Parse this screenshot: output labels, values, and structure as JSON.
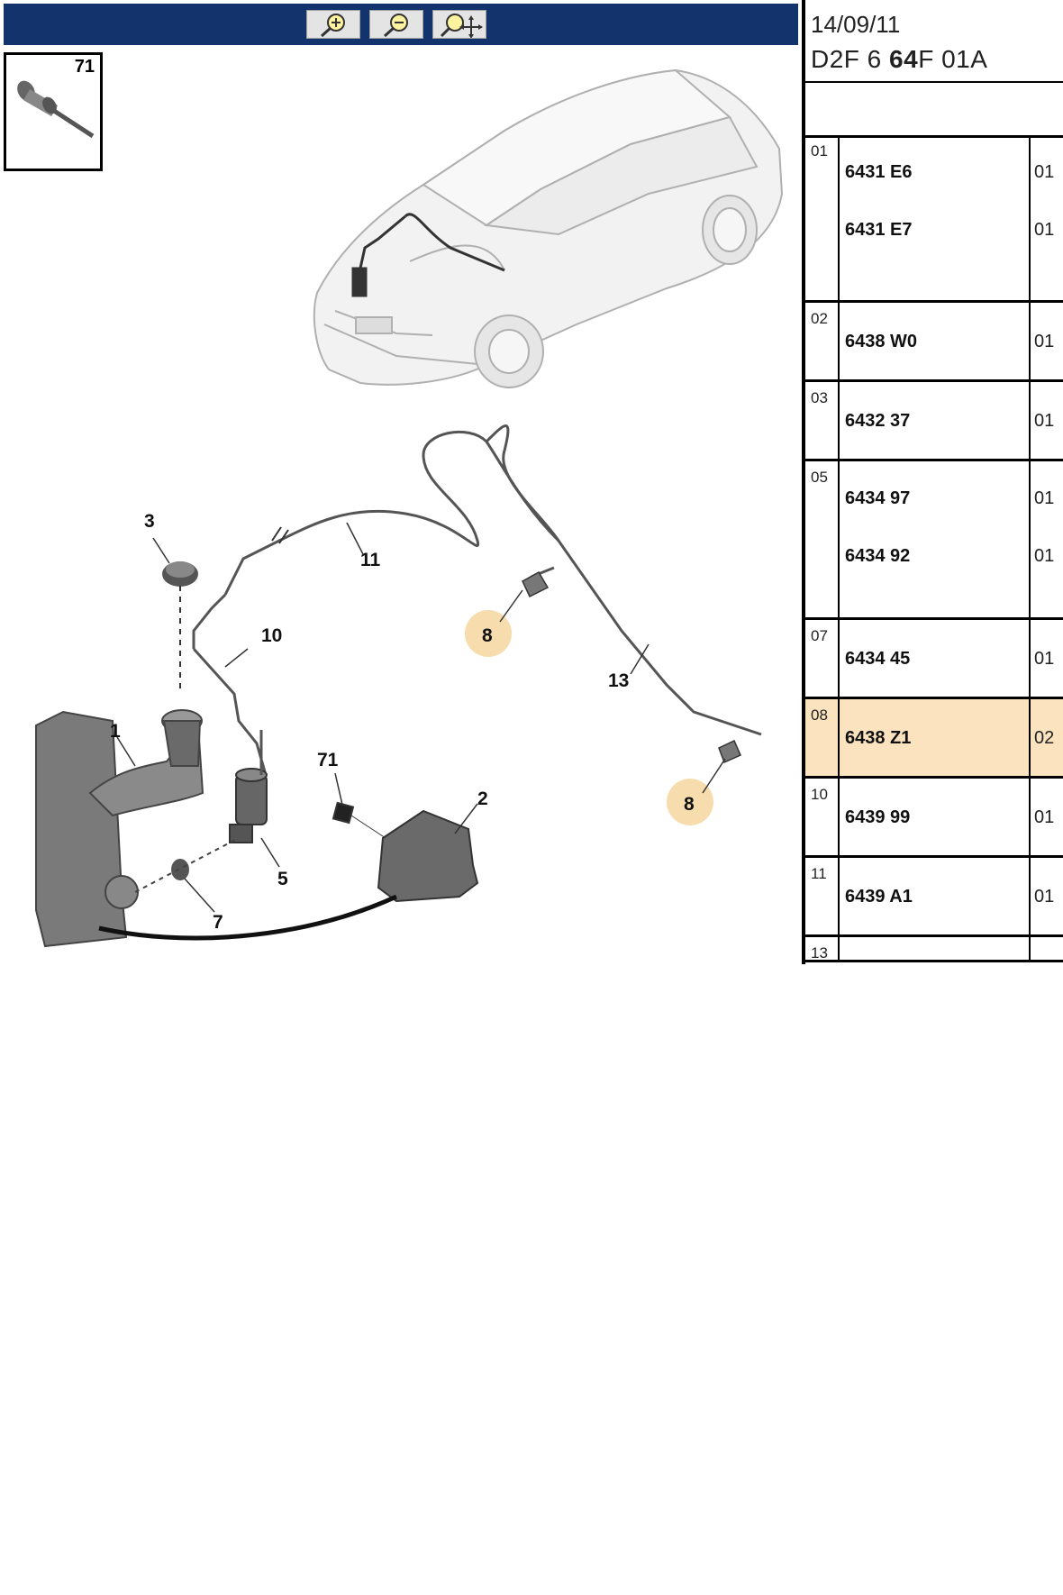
{
  "toolbar": {
    "buttons": [
      {
        "name": "zoom-in",
        "icon": "zoom-in-icon"
      },
      {
        "name": "zoom-out",
        "icon": "zoom-out-icon"
      },
      {
        "name": "zoom-pan",
        "icon": "zoom-pan-icon"
      }
    ]
  },
  "thumbnail": {
    "label": "71"
  },
  "diagram": {
    "callouts": [
      "1",
      "2",
      "3",
      "5",
      "7",
      "8",
      "8",
      "10",
      "11",
      "13",
      "71"
    ]
  },
  "panel": {
    "date": "14/09/11",
    "code_a": "D2F 6 ",
    "code_b": "64",
    "code_c": "F 01A",
    "rows": [
      {
        "index": "01",
        "refs": [
          "6431 E6",
          "6431 E7"
        ],
        "qtys": [
          "01",
          "01"
        ],
        "selected": false
      },
      {
        "index": "02",
        "refs": [
          "6438 W0"
        ],
        "qtys": [
          "01"
        ],
        "selected": false
      },
      {
        "index": "03",
        "refs": [
          "6432 37"
        ],
        "qtys": [
          "01"
        ],
        "selected": false
      },
      {
        "index": "05",
        "refs": [
          "6434 97",
          "6434 92"
        ],
        "qtys": [
          "01",
          "01"
        ],
        "selected": false
      },
      {
        "index": "07",
        "refs": [
          "6434 45"
        ],
        "qtys": [
          "01"
        ],
        "selected": false
      },
      {
        "index": "08",
        "refs": [
          "6438 Z1"
        ],
        "qtys": [
          "02"
        ],
        "selected": true
      },
      {
        "index": "10",
        "refs": [
          "6439 99"
        ],
        "qtys": [
          "01"
        ],
        "selected": false
      },
      {
        "index": "11",
        "refs": [
          "6439 A1"
        ],
        "qtys": [
          "01"
        ],
        "selected": false
      },
      {
        "index": "13",
        "refs": [],
        "qtys": [],
        "selected": false
      }
    ]
  },
  "colors": {
    "toolbar": "#12336b",
    "highlight": "#fbe3bf",
    "callout_highlight": "#f7dcae"
  }
}
